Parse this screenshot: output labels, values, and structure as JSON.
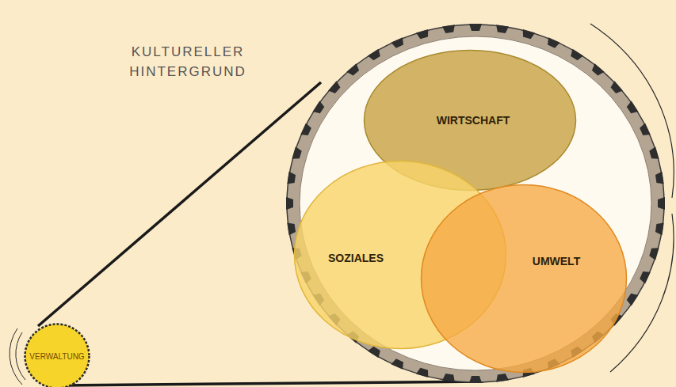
{
  "diagram": {
    "nodes": [
      {
        "text": [
          "WIRTSCHAFT"
        ]
      },
      {
        "text": [
          "SOZIALES"
        ]
      },
      {
        "text": [
          "UMWELT"
        ]
      },
      {
        "text": [
          "VERWALTUNG"
        ]
      }
    ],
    "labels": [
      "KULTURELLER HINTERGRUND"
    ]
  }
}
